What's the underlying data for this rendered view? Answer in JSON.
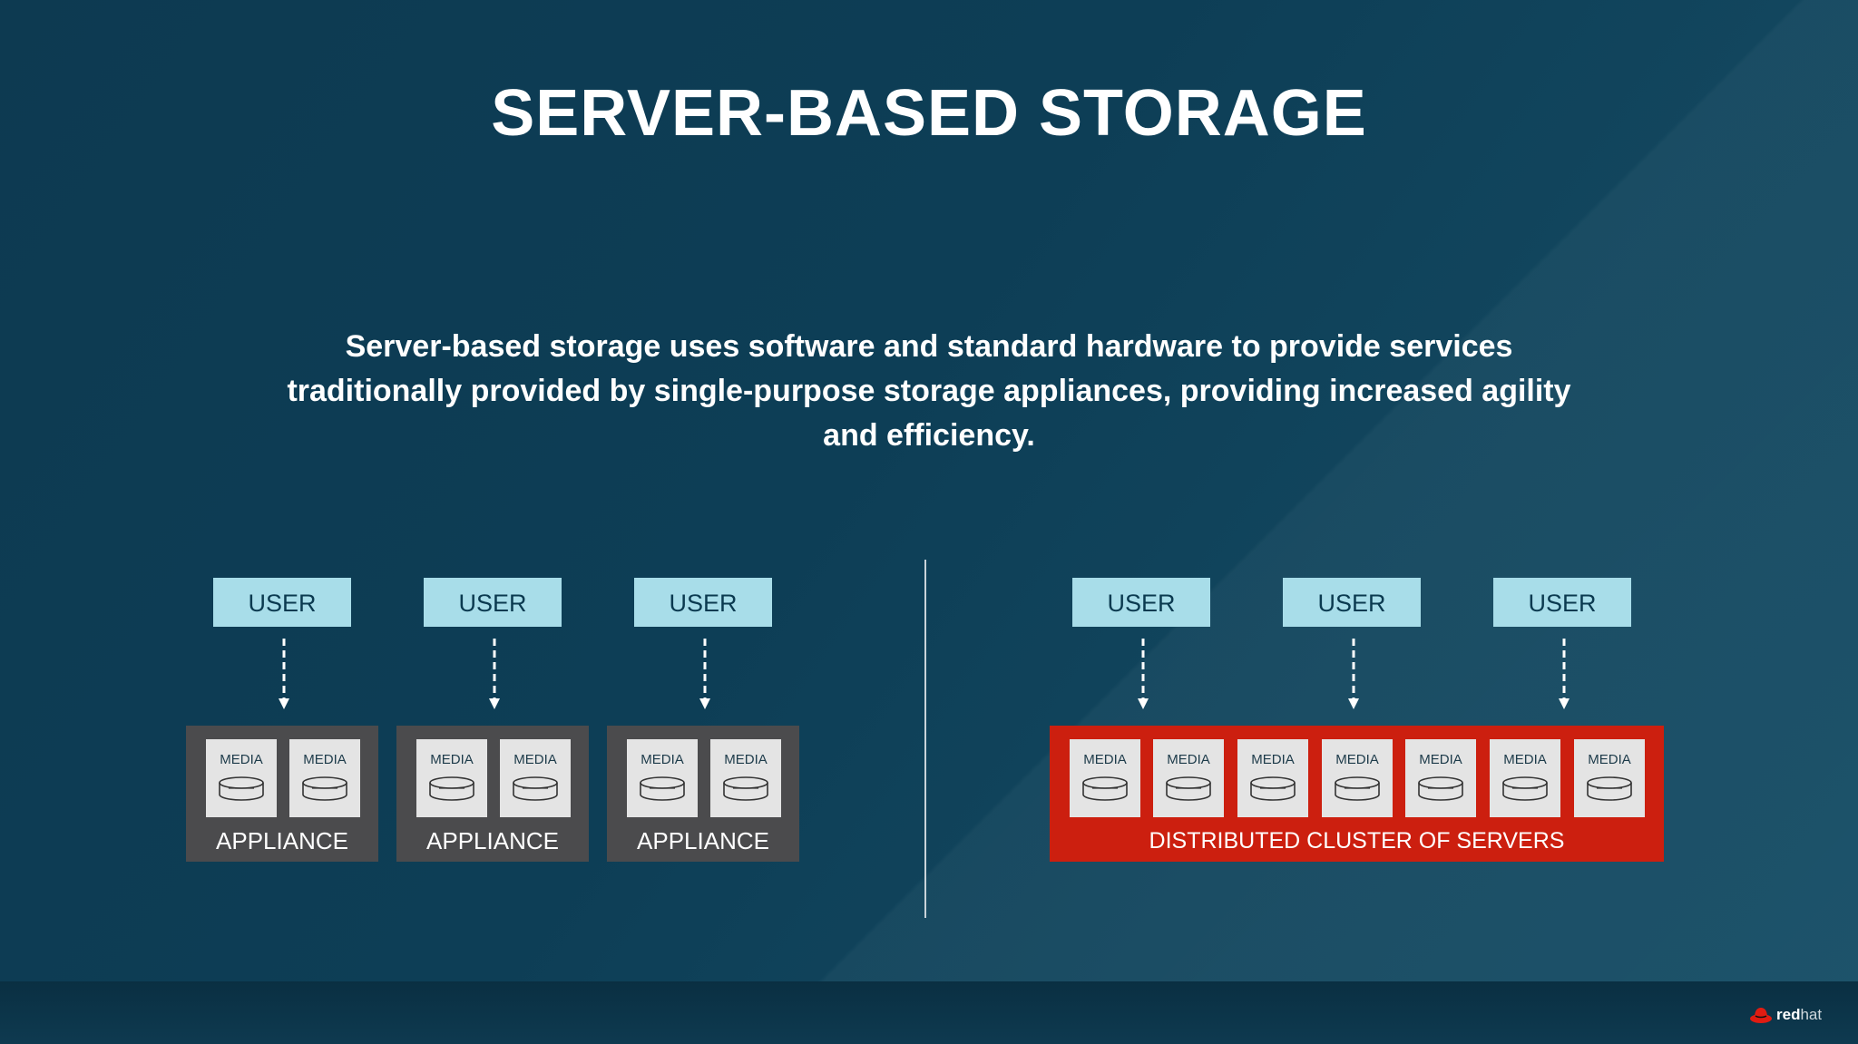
{
  "slide": {
    "title": "SERVER-BASED STORAGE",
    "description": "Server-based storage uses software and standard hardware to provide services traditionally provided by single-purpose storage appliances, providing increased agility and efficiency."
  },
  "left_diagram": {
    "users": [
      "USER",
      "USER",
      "USER"
    ],
    "appliances": [
      {
        "label": "APPLIANCE",
        "media": [
          "MEDIA",
          "MEDIA"
        ]
      },
      {
        "label": "APPLIANCE",
        "media": [
          "MEDIA",
          "MEDIA"
        ]
      },
      {
        "label": "APPLIANCE",
        "media": [
          "MEDIA",
          "MEDIA"
        ]
      }
    ]
  },
  "right_diagram": {
    "users": [
      "USER",
      "USER",
      "USER"
    ],
    "cluster": {
      "label": "DISTRIBUTED CLUSTER OF SERVERS",
      "media": [
        "MEDIA",
        "MEDIA",
        "MEDIA",
        "MEDIA",
        "MEDIA",
        "MEDIA",
        "MEDIA"
      ]
    }
  },
  "logo": {
    "brand": "red",
    "brand_suffix": "hat"
  },
  "colors": {
    "background": "#0d3b52",
    "user_box": "#a8dde9",
    "appliance_box": "#4b4b4d",
    "cluster_box": "#cc1f0f",
    "media_box": "#e4e4e4"
  }
}
